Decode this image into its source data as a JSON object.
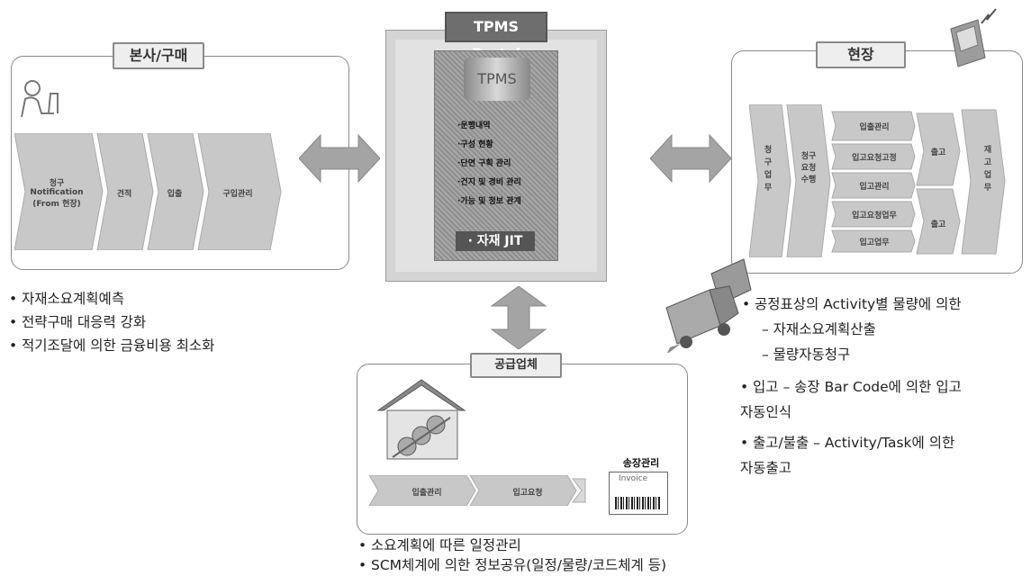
{
  "portal": {
    "title": "TPMS Portal",
    "drum_label": "TPMS",
    "items": [
      "·운행내역",
      "·구성 현황",
      "·단면 구획 관리",
      "·건지 및 경비 관리",
      "·가능 및 정보 관계"
    ],
    "jit": "· 자재 JIT"
  },
  "hq": {
    "tag": "본사/구매",
    "steps": [
      "청구 Notification (From 현장)",
      "견적",
      "입출",
      "구입관리"
    ],
    "bullets": [
      "자재소요계획예측",
      "전략구매 대응력 강화",
      "적기조달에 의한 금융비용 최소화"
    ]
  },
  "site": {
    "tag": "현장",
    "left_steps": [
      "청구업무",
      "청구 요청 수행"
    ],
    "middle_steps": [
      "입출관리",
      "입고요청고정",
      "입고관리",
      "입고요청업무",
      "입고업무"
    ],
    "right_steps": [
      "출고",
      "출고",
      "재고업무"
    ],
    "bullets": [
      "공정표상의 Activity별 물량에 의한",
      "– 자재소요계획산출",
      "– 물량자동청구",
      "입고 – 송장 Bar Code에 의한 입고",
      "자동인식",
      "출고/불출 – Activity/Task에 의한",
      "자동출고"
    ]
  },
  "supplier": {
    "tag": "공급업체",
    "steps": [
      "입출관리",
      "입고요청"
    ],
    "label_title": "송장관리",
    "label_invoice": "Invoice",
    "bullets": [
      "소요계획에 따른 일정관리",
      "SCM체계에 의한 정보공유(일정/물량/코드체계 등)"
    ]
  },
  "colors": {
    "arrow": "#9a9a9a",
    "chevron": "#c8c8c8",
    "portal_dark": "#6e6e6e"
  }
}
